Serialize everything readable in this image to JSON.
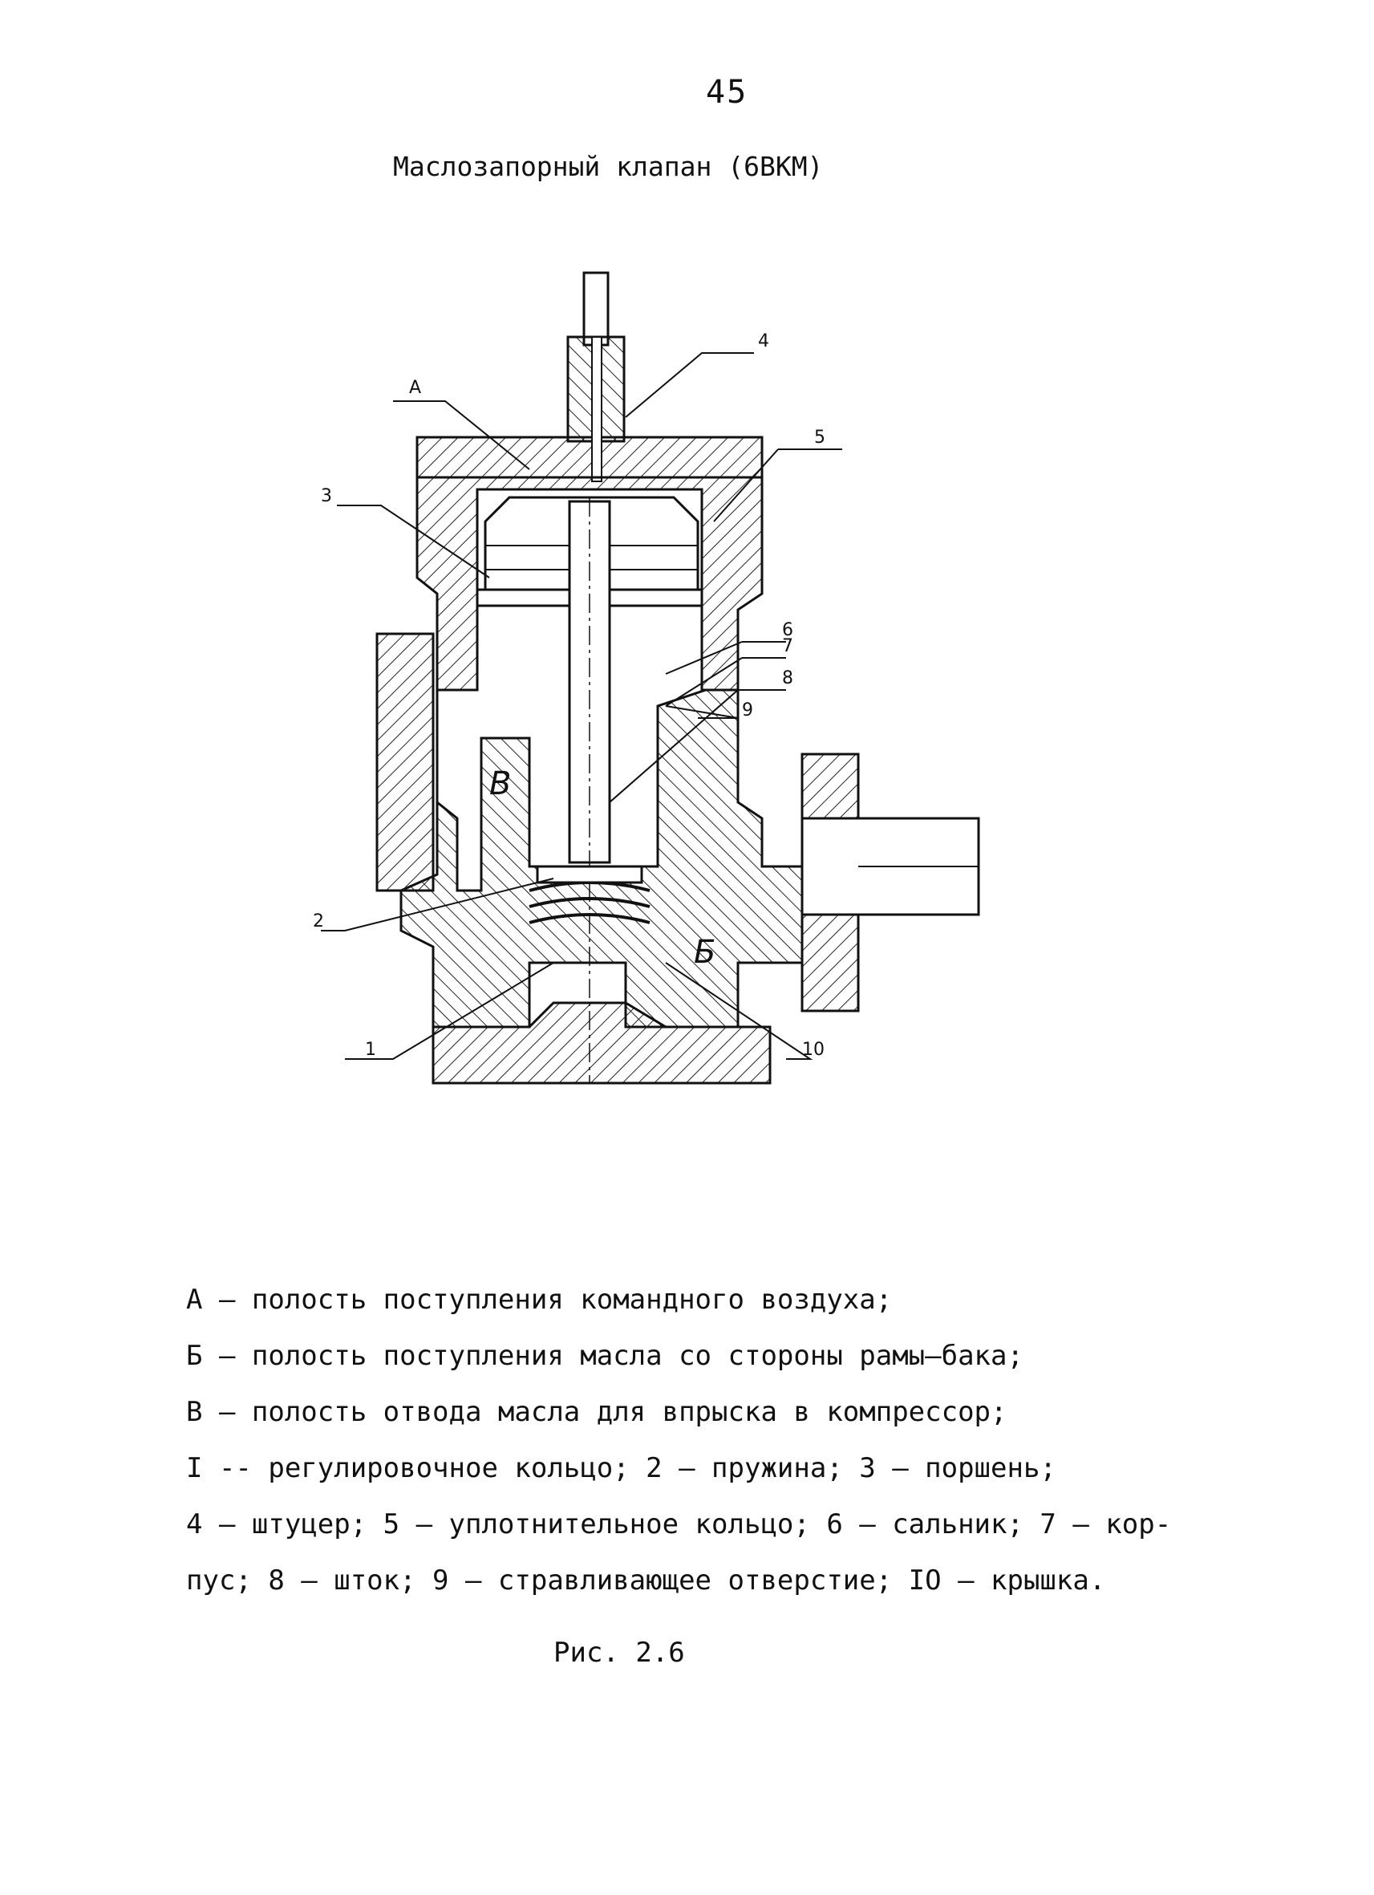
{
  "page_number": "45",
  "title": "Маслозапорный клапан (6ВКМ)",
  "drawing": {
    "callouts": [
      "А",
      "4",
      "5",
      "3",
      "6",
      "7",
      "8",
      "9",
      "2",
      "1",
      "10"
    ],
    "cavity_labels": [
      "В",
      "Б"
    ]
  },
  "legend": {
    "lines": [
      "А – полость поступления командного воздуха;",
      "Б – полость поступления масла со стороны рамы–бака;",
      "В – полость отвода масла для впрыска в компрессор;",
      "I -- регулировочное кольцо; 2 – пружина; 3 – поршень;",
      "4 – штуцер; 5 – уплотнительное кольцо; 6 – сальник; 7 – кор-",
      "пус; 8 – шток; 9 – стравливающее отверстие; IO – крышка."
    ]
  },
  "caption": "Рис. 2.6"
}
